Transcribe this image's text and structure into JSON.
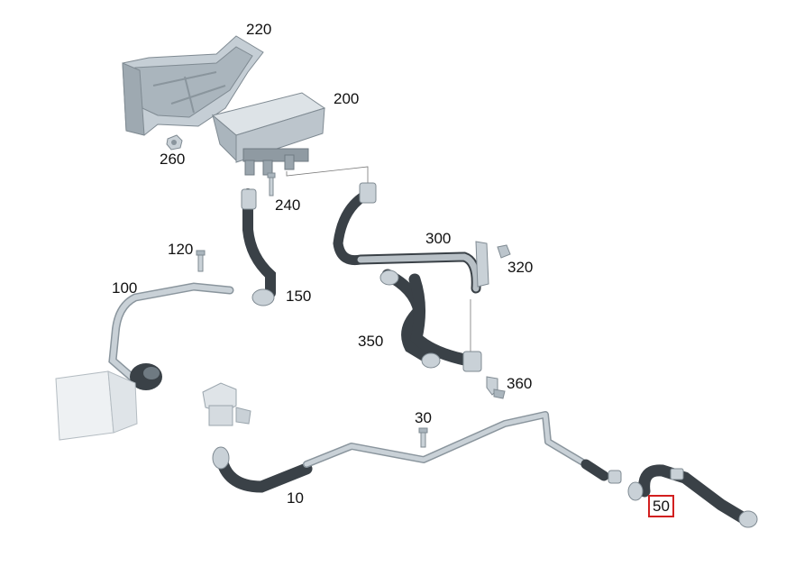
{
  "diagram": {
    "highlight_color": "#d21f1f",
    "hose_color": "#3a4147",
    "pipe_color": "#b8c0c6",
    "part_color": "#c9d1d7",
    "labels": [
      {
        "id": "220",
        "text": "220"
      },
      {
        "id": "200",
        "text": "200"
      },
      {
        "id": "260",
        "text": "260"
      },
      {
        "id": "240",
        "text": "240"
      },
      {
        "id": "300",
        "text": "300"
      },
      {
        "id": "320",
        "text": "320"
      },
      {
        "id": "120",
        "text": "120"
      },
      {
        "id": "100",
        "text": "100"
      },
      {
        "id": "150",
        "text": "150"
      },
      {
        "id": "350",
        "text": "350"
      },
      {
        "id": "360",
        "text": "360"
      },
      {
        "id": "30",
        "text": "30"
      },
      {
        "id": "10",
        "text": "10"
      },
      {
        "id": "50",
        "text": "50",
        "highlighted": true
      }
    ]
  }
}
